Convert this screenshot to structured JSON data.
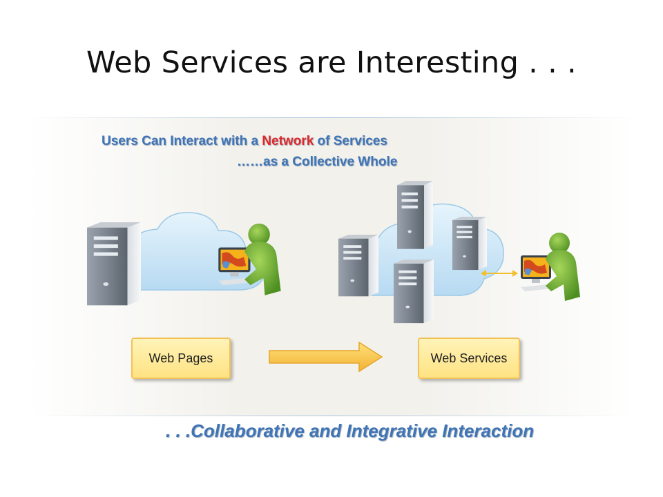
{
  "slide": {
    "title": "Web Services are Interesting . . .",
    "headline_part1": "Users  Can Interact with  a ",
    "headline_highlight": "Network",
    "headline_part2": " of Services",
    "subline": "……as a Collective Whole",
    "footer": ". . .Collaborative and Integrative Interaction"
  },
  "labels": {
    "left": "Web Pages",
    "right": "Web Services"
  },
  "colors": {
    "text_blue": "#3f74b6",
    "highlight_red": "#e0282a",
    "box_fill": "#ffe383",
    "box_border": "#f2c25a",
    "cloud": "#c5e3f5",
    "server": "#6f7780",
    "person": "#5ea12e"
  },
  "icons": [
    "server-icon",
    "cloud-icon",
    "user-at-computer-icon",
    "right-arrow-icon",
    "double-arrow-icon"
  ]
}
